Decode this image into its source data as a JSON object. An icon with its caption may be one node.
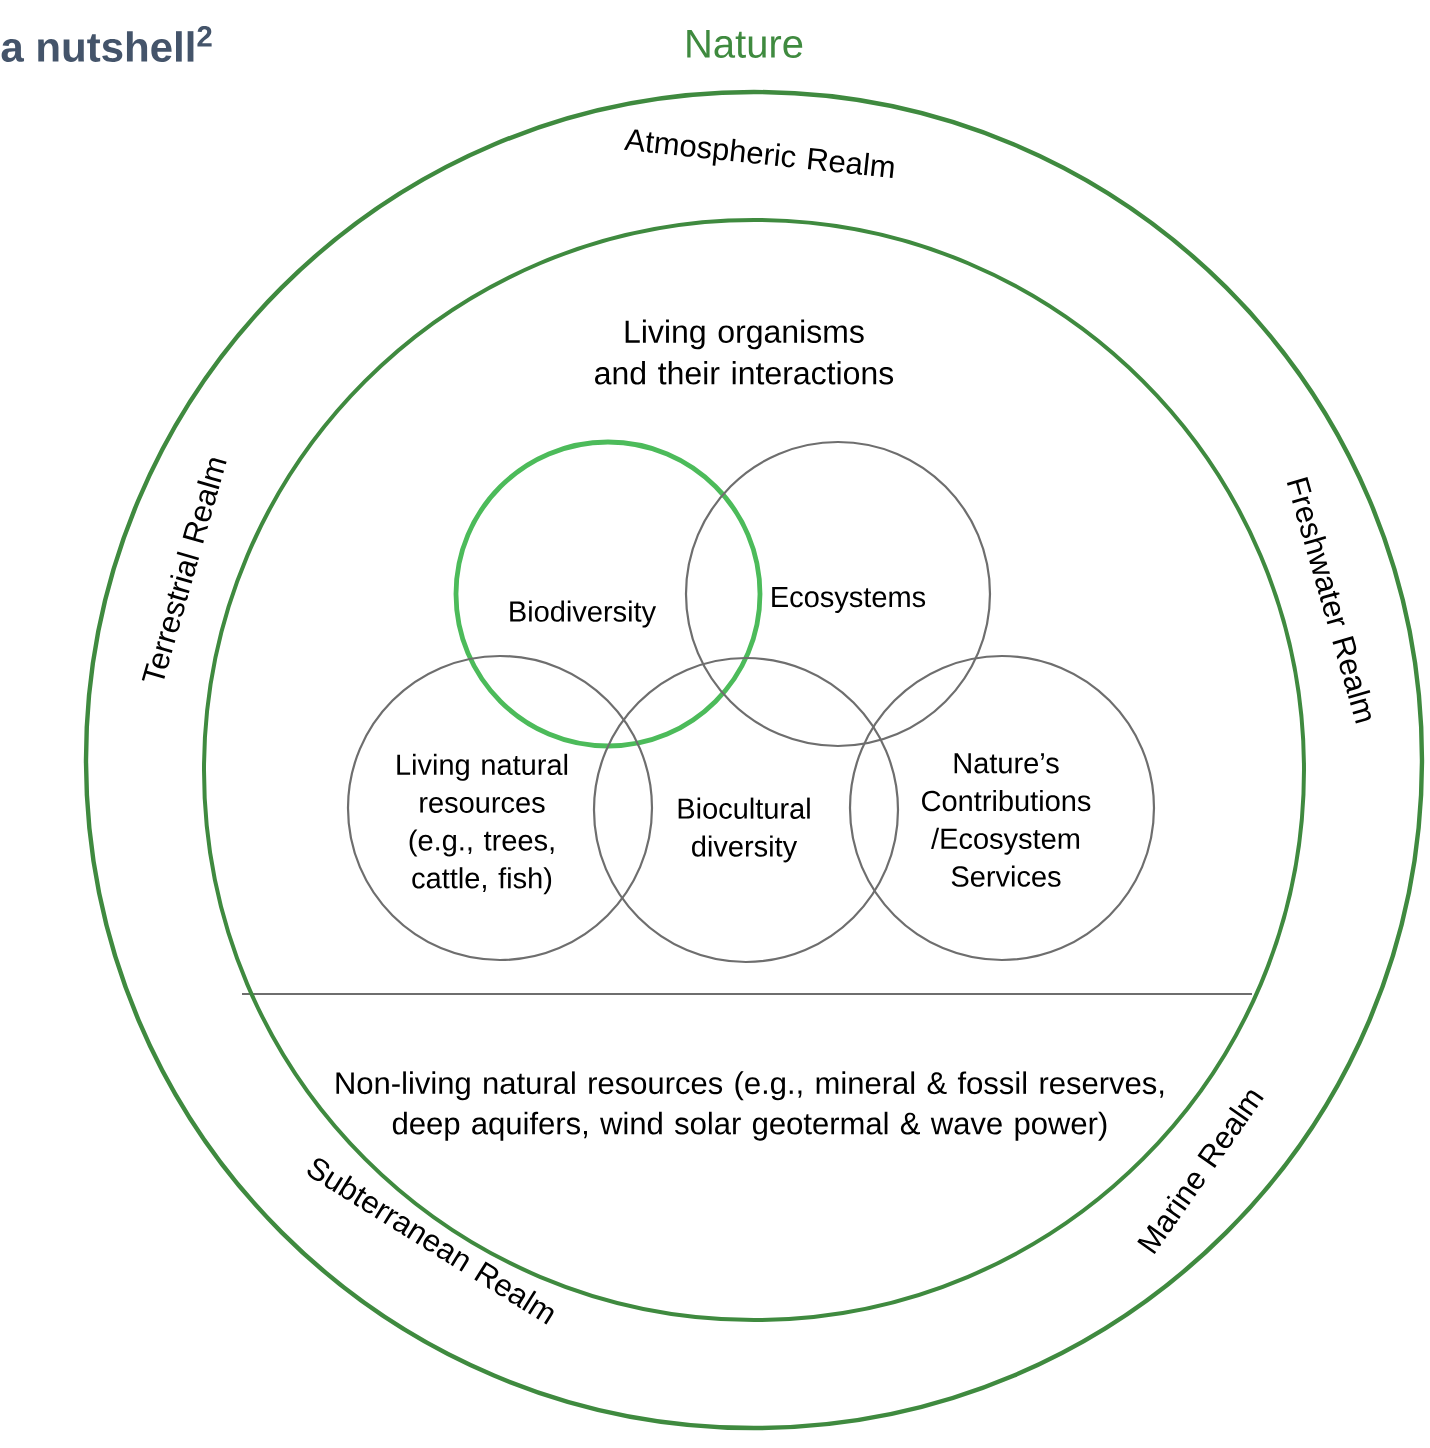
{
  "diagram": {
    "title": "a nutshell$^{2}$",
    "nodes": [
      {
        "text": [
          "Nature",
          "Atmospheric Realm",
          "Freshwater Realm",
          "Marine Realm",
          "Subterranean Realm",
          "Terrestrial Realm"
        ]
      },
      {
        "text": [
          "Living organisms and their interactions",
          "Non-living natural resources (e.g., mineral & fossil reserves, deep aquifers, wind solar geotermal & wave power)"
        ],
        "in": 0
      },
      {
        "text": [
          "Biodiversity"
        ],
        "in": 1
      },
      {
        "text": [
          "Ecosystems"
        ],
        "in": 1
      },
      {
        "text": [
          "Living natural resources (e.g., trees, cattle, fish)"
        ],
        "in": 1
      },
      {
        "text": [
          "Biocultural diversity"
        ],
        "in": 1
      },
      {
        "text": [
          "Nature’s Contributions /Ecosystem Services"
        ],
        "in": 1
      }
    ]
  }
}
